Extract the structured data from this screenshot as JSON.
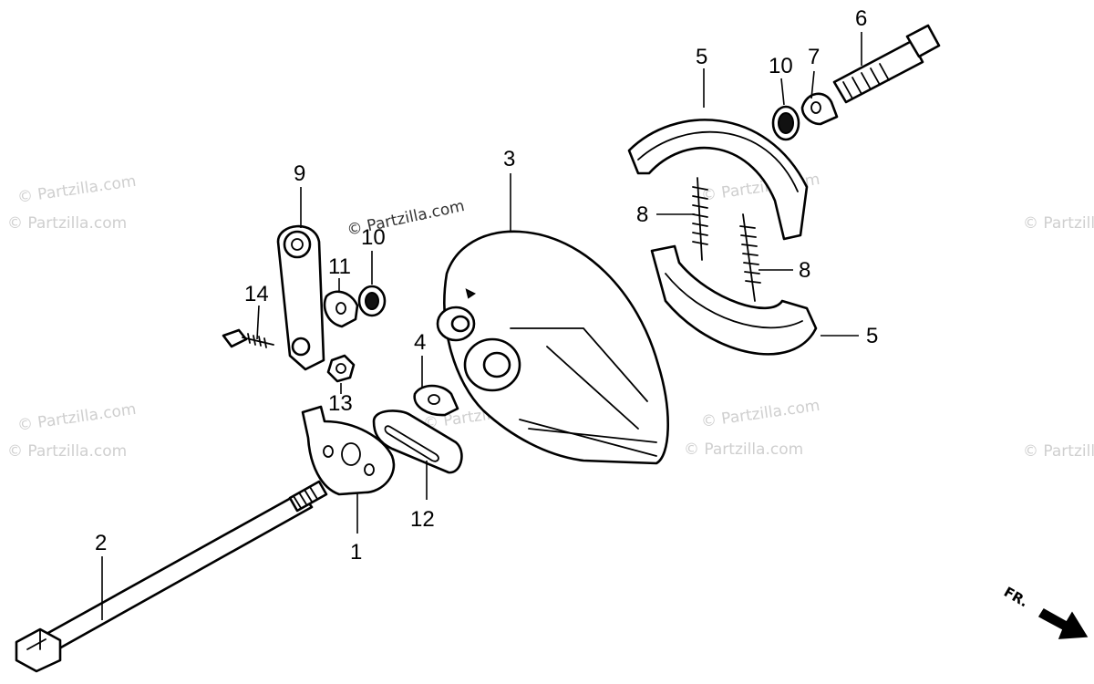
{
  "watermarks": {
    "wm1": "© Partzilla.com",
    "wm2": "© Partzilla.com",
    "wm3": "© Partzilla.com",
    "wm4": "© Partzilla.com",
    "wm5": "© Partzilla.com",
    "wm6": "© Partzilla.com",
    "wm7": "© Partzilla.com",
    "wm8": "© Partzilla.com",
    "wm9": "© Partzilla.com",
    "wm10": "© Partzilla.com",
    "wm11": "© Partzilla.com"
  },
  "callouts": {
    "c1": "1",
    "c2": "2",
    "c3": "3",
    "c4": "4",
    "c5a": "5",
    "c5b": "5",
    "c6": "6",
    "c7": "7",
    "c8a": "8",
    "c8b": "8",
    "c9": "9",
    "c10a": "10",
    "c10b": "10",
    "c11": "11",
    "c12": "12",
    "c13": "13",
    "c14": "14"
  },
  "direction_marker": {
    "label": "FR."
  }
}
